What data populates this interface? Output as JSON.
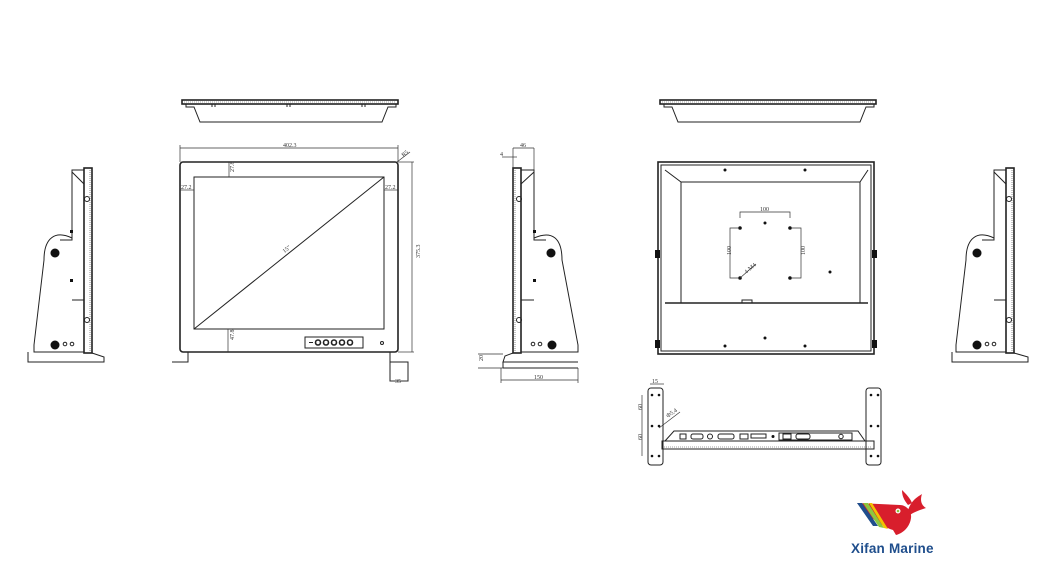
{
  "brand": {
    "name": "Xifan Marine",
    "colors": {
      "whale_red": "#d81e2c",
      "stripe_blue": "#1f4e8c",
      "stripe_green": "#8cc63f",
      "text_blue": "#1f4e8c"
    }
  },
  "front_view": {
    "overall_width": "402.3",
    "overall_height": "375.3",
    "left_bezel": "27.2",
    "right_bezel": "27.2",
    "top_bezel": "27.8",
    "bottom_bezel": "47.8",
    "diagonal": "15\"",
    "corner_chamfer": "R5",
    "foot_width": "35"
  },
  "side_view": {
    "depth": "46",
    "front_lip": "4",
    "base_height": "20",
    "base_depth": "150"
  },
  "rear_view": {
    "vesa_horizontal": "100",
    "vesa_vertical_left": "100",
    "vesa_vertical_right": "100",
    "vesa_screws": "4-M4"
  },
  "bottom_rack_view": {
    "hole_offset": "15",
    "hole_pitch_1": "60",
    "hole_pitch_2": "60",
    "hole_diameter": "Φ5.4"
  }
}
